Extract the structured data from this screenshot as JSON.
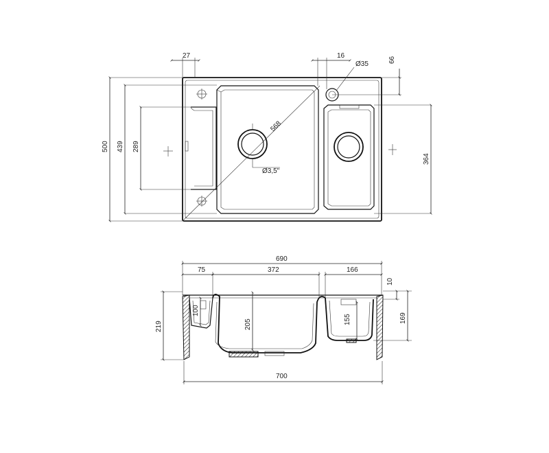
{
  "top_view": {
    "dims": {
      "width_left_flange": "27",
      "tap_offset": "16",
      "tap_hole": "Ø35",
      "tap_depth": "66",
      "total_depth": "500",
      "bowl_depth": "439",
      "drainer_depth": "289",
      "small_bowl_depth": "364",
      "diagonal": "568",
      "drain_hole": "Ø3,5\""
    }
  },
  "section_view": {
    "dims": {
      "inner_width": "690",
      "left_step": "75",
      "main_bowl_width": "372",
      "small_bowl_width": "166",
      "rim": "10",
      "step_height": "100",
      "main_bowl_height": "205",
      "small_bowl_height": "155",
      "total_height": "219",
      "small_outer_height": "169",
      "overall_width": "700"
    }
  }
}
